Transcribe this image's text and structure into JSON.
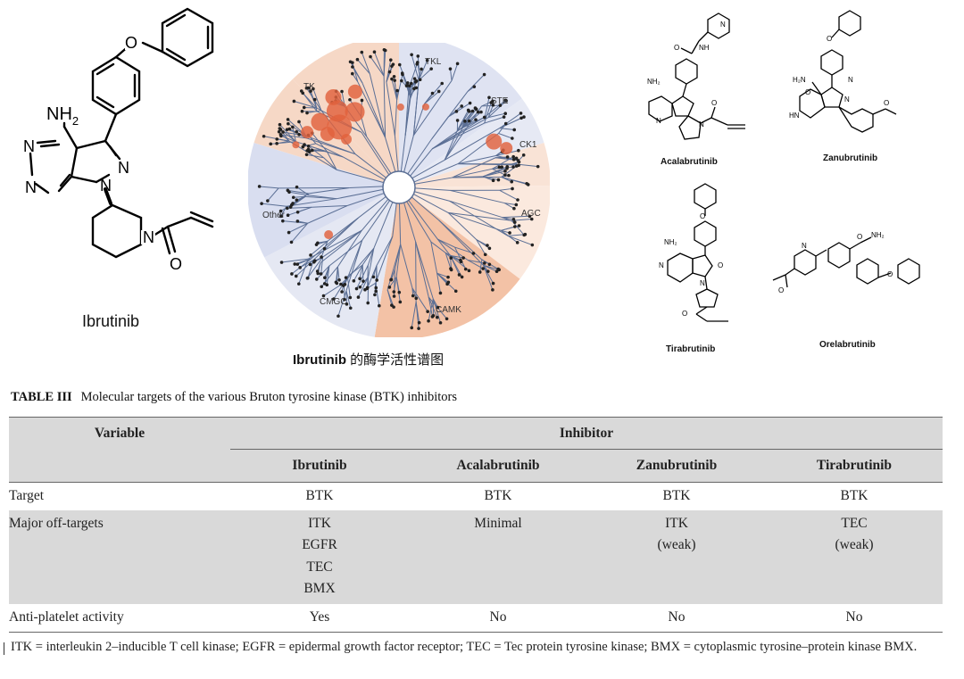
{
  "structures": {
    "ibrutinib": {
      "name": "Ibrutinib",
      "nh2": "NH",
      "nh2_sub": "2",
      "atoms": [
        "N",
        "N",
        "N",
        "N",
        "N",
        "O",
        "O"
      ]
    },
    "acalabrutinib": {
      "name": "Acalabrutinib"
    },
    "zanubrutinib": {
      "name": "Zanubrutinib"
    },
    "tirabrutinib": {
      "name": "Tirabrutinib"
    },
    "orelabrutinib": {
      "name": "Orelabrutinib"
    }
  },
  "kinome": {
    "caption_bold": "Ibrutinib",
    "caption_rest": " 的酶学活性谱图",
    "groups": [
      "TK",
      "TKL",
      "STE",
      "CK1",
      "AGC",
      "CAMK",
      "CMGC",
      "Other"
    ]
  },
  "table": {
    "label": "TABLE III",
    "title": "Molecular targets of the various Bruton tyrosine kinase (BTK) inhibitors",
    "variable_header": "Variable",
    "group_header": "Inhibitor",
    "columns": [
      "Ibrutinib",
      "Acalabrutinib",
      "Zanubrutinib",
      "Tirabrutinib"
    ],
    "rows": [
      {
        "label": "Target",
        "cells": [
          [
            "BTK"
          ],
          [
            "BTK"
          ],
          [
            "BTK"
          ],
          [
            "BTK"
          ]
        ]
      },
      {
        "label": "Major off-targets",
        "cells": [
          [
            "ITK",
            "EGFR",
            "TEC",
            "BMX"
          ],
          [
            "Minimal"
          ],
          [
            "ITK",
            "(weak)"
          ],
          [
            "TEC",
            "(weak)"
          ]
        ]
      },
      {
        "label": "Anti-platelet activity",
        "cells": [
          [
            "Yes"
          ],
          [
            "No"
          ],
          [
            "No"
          ],
          [
            "No"
          ]
        ]
      }
    ],
    "footnote": "ITK = interleukin 2–inducible T cell kinase; EGFR = epidermal growth factor receptor; TEC = Tec protein tyrosine kinase; BMX = cytoplasmic tyrosine–protein kinase BMX."
  },
  "colors": {
    "tk_sector": "#f6d8c6",
    "blue_sector": "#d9def0",
    "camk_sector": "#f3c2a6",
    "hit": "#e0623d",
    "branch": "#5b6f95",
    "header_gray": "#d9d9d9"
  }
}
